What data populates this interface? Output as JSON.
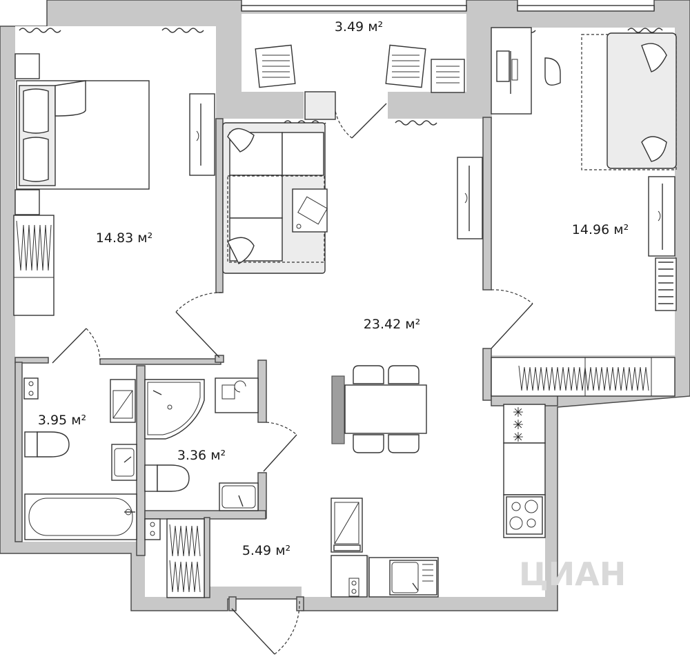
{
  "plan": {
    "rooms": [
      {
        "id": "balcony",
        "area": "3.49 м²"
      },
      {
        "id": "bedroom-left",
        "area": "14.83 м²"
      },
      {
        "id": "living-kitchen",
        "area": "23.42 м²"
      },
      {
        "id": "bedroom-right",
        "area": "14.96 м²"
      },
      {
        "id": "bathroom",
        "area": "3.95 м²"
      },
      {
        "id": "wc",
        "area": "3.36 м²"
      },
      {
        "id": "hallway",
        "area": "5.49 м²"
      }
    ],
    "watermark": "ЦИАН",
    "colors": {
      "wall": "#c8c8c8",
      "outline": "#333333",
      "background": "#ffffff"
    }
  }
}
